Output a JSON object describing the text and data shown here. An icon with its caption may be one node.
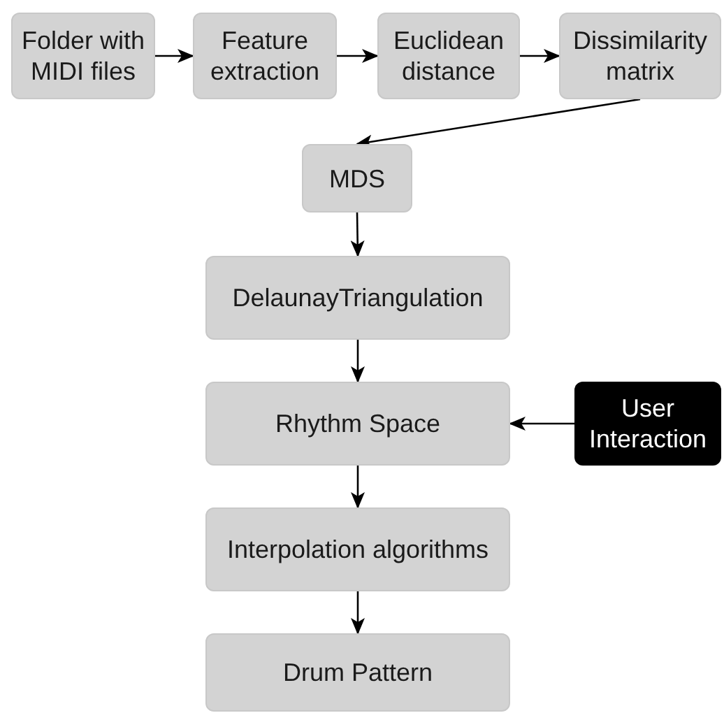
{
  "diagram": {
    "nodes": [
      {
        "text": [
          "Folder with MIDI files"
        ]
      },
      {
        "text": [
          "Feature extraction"
        ]
      },
      {
        "text": [
          "Euclidean distance"
        ]
      },
      {
        "text": [
          "Dissimilarity matrix"
        ]
      },
      {
        "text": [
          "MDS"
        ]
      },
      {
        "text": [
          "DelaunayTriangulation"
        ]
      },
      {
        "text": [
          "Rhythm Space"
        ]
      },
      {
        "text": [
          "User Interaction"
        ]
      },
      {
        "text": [
          "Interpolation algorithms"
        ]
      },
      {
        "text": [
          "Drum Pattern"
        ]
      }
    ],
    "edges": [
      {
        "from": 0,
        "to": 1,
        "arrow": "to"
      },
      {
        "from": 1,
        "to": 2,
        "arrow": "to"
      },
      {
        "from": 2,
        "to": 3,
        "arrow": "to"
      },
      {
        "from": 3,
        "to": 4,
        "arrow": "to"
      },
      {
        "from": 4,
        "to": 5,
        "arrow": "to"
      },
      {
        "from": 5,
        "to": 6,
        "arrow": "to"
      },
      {
        "from": 7,
        "to": 6,
        "arrow": "to"
      },
      {
        "from": 6,
        "to": 8,
        "arrow": "to"
      },
      {
        "from": 8,
        "to": 9,
        "arrow": "to"
      }
    ]
  }
}
